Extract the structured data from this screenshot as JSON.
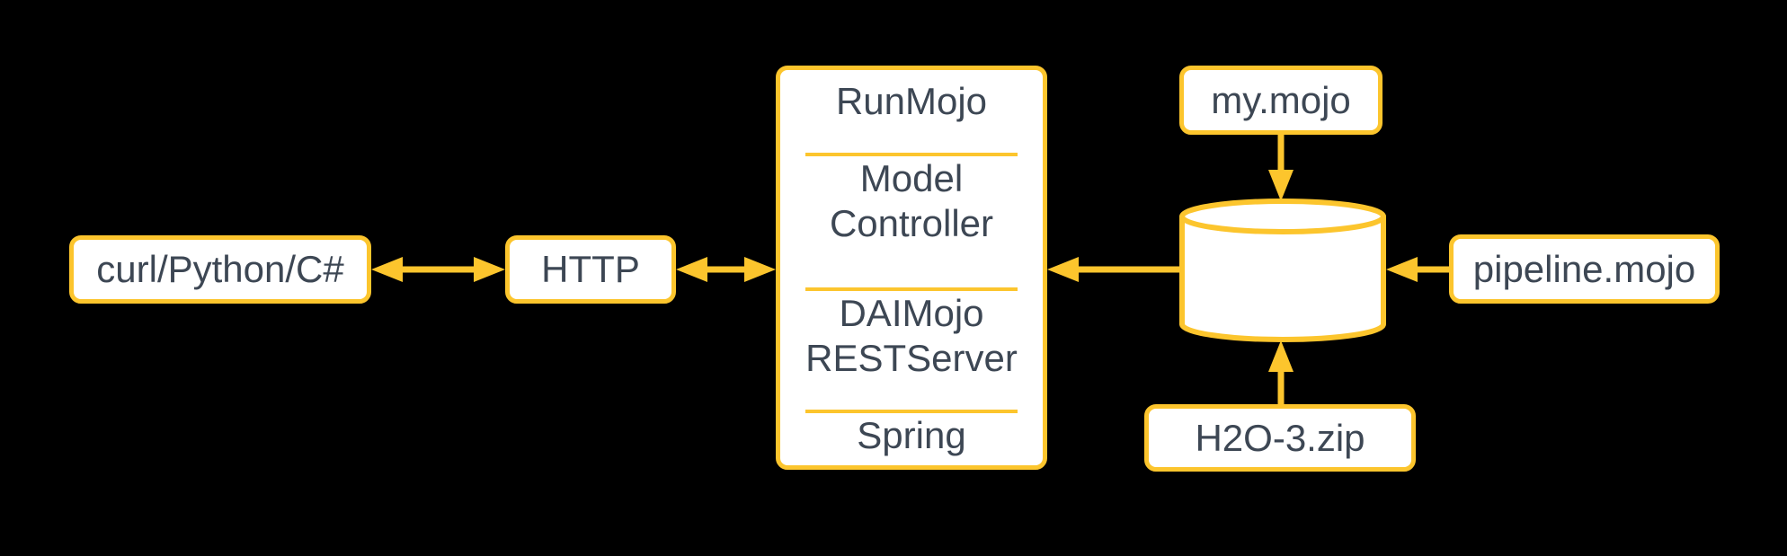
{
  "colors": {
    "background": "#000000",
    "accent": "#fcc52d",
    "box_fill": "#ffffff",
    "text": "#3d4754"
  },
  "diagram": {
    "type": "architecture-flow",
    "nodes": {
      "client": {
        "label": "curl/Python/C#"
      },
      "http": {
        "label": "HTTP"
      },
      "server": {
        "sections": [
          {
            "label": "RunMojo"
          },
          {
            "label": "Model\nController"
          },
          {
            "label": "DAIMojo\nRESTServer"
          },
          {
            "label": "Spring"
          }
        ]
      },
      "datastore": {
        "shape": "database-cylinder"
      },
      "my_mojo": {
        "label": "my.mojo"
      },
      "pipeline_mojo": {
        "label": "pipeline.mojo"
      },
      "h2o_zip": {
        "label": "H2O-3.zip"
      }
    },
    "edges": [
      {
        "from": "client",
        "to": "http",
        "style": "double-arrow"
      },
      {
        "from": "http",
        "to": "server",
        "style": "double-arrow"
      },
      {
        "from": "datastore",
        "to": "server",
        "style": "arrow"
      },
      {
        "from": "my_mojo",
        "to": "datastore",
        "style": "arrow"
      },
      {
        "from": "pipeline_mojo",
        "to": "datastore",
        "style": "arrow"
      },
      {
        "from": "h2o_zip",
        "to": "datastore",
        "style": "arrow"
      }
    ]
  }
}
